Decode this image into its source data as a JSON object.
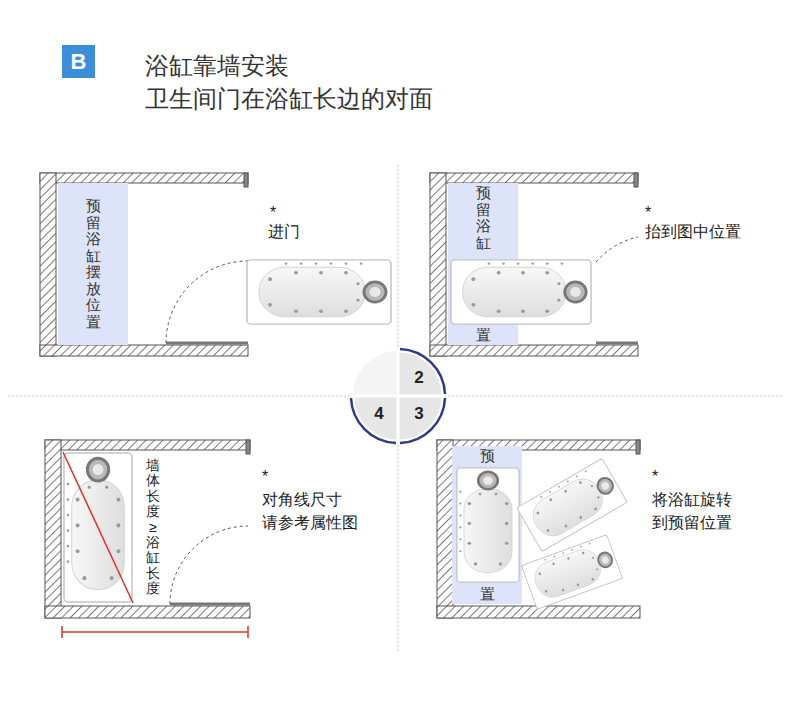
{
  "diagram": {
    "title": "浴缸靠墙安装",
    "nodes": [
      {
        "text": [
          "B"
        ]
      },
      {
        "text": [
          "预留浴缸摆放位置"
        ]
      },
      {
        "text": [
          "预留浴缸",
          "置"
        ]
      },
      {
        "text": [
          "预",
          "置"
        ]
      }
    ],
    "labels": [
      "卫生间门在浴缸长边的对面",
      "*",
      "进门",
      "*",
      "抬到图中位置",
      "2",
      "4",
      "3",
      "墙体长度≥浴缸长度",
      "*",
      "对角线尺寸 请参考属性图",
      "*",
      "将浴缸旋转 到预留位置"
    ]
  }
}
